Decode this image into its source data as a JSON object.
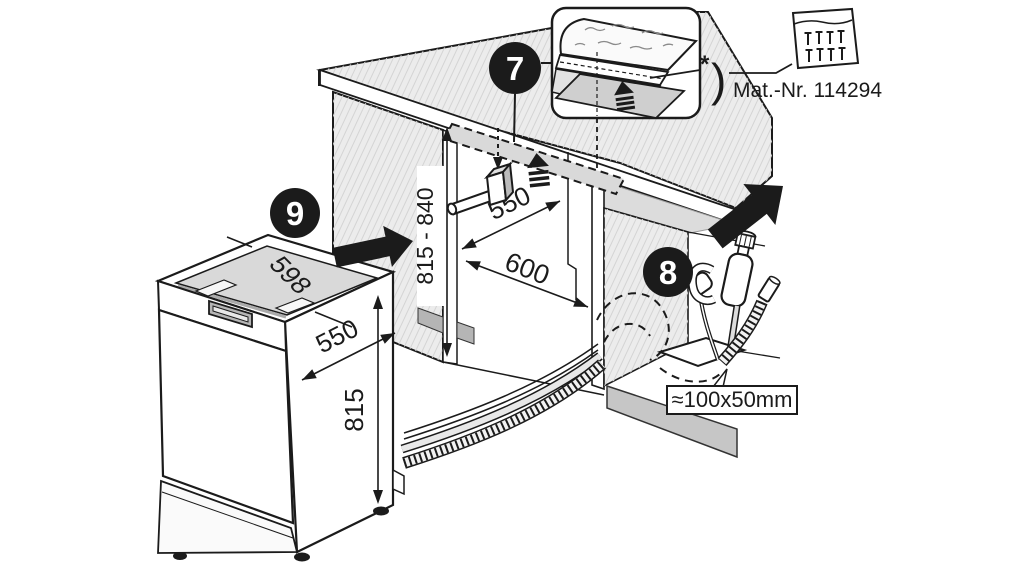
{
  "badges": {
    "seven": "7",
    "eight": "8",
    "nine": "9"
  },
  "dims": {
    "top_width": "598",
    "appliance_depth": "550",
    "appliance_height": "815",
    "niche_height": "815 - 840",
    "niche_depth": "550",
    "niche_width": "600",
    "cutout": "≈100x50mm"
  },
  "footnote": {
    "marker": "*",
    "paren": ")",
    "material_number": "Mat.-Nr. 114294"
  },
  "icons": {
    "hammer": "hammer-icon",
    "steam_strip": "steam-protection-strip-icon",
    "screw_bag": "screw-bag-icon",
    "push_arrow": "push-direction-arrow-icon",
    "hose_set": "hoses-and-plug-icon"
  },
  "colors": {
    "ink": "#1b1b1b",
    "panel": "#ececec",
    "top_gray": "#dadada",
    "strip_gray": "#d9d9d9",
    "block_gray": "#b5b5b5",
    "plinth_gray": "#c6c6c6"
  }
}
